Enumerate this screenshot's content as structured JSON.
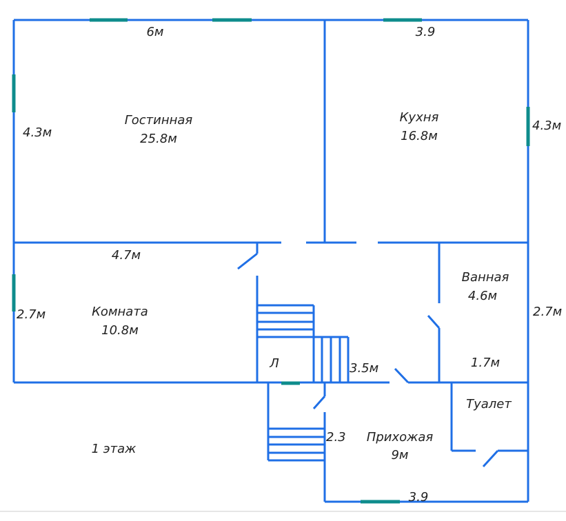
{
  "rooms": [
    {
      "name": "Гостинная",
      "area": "25.8м"
    },
    {
      "name": "Кухня",
      "area": "16.8м"
    },
    {
      "name": "Комната",
      "area": "10.8м"
    },
    {
      "name": "Ванная",
      "area": "4.6м"
    },
    {
      "name": "Туалет"
    },
    {
      "name": "Прихожая",
      "area": "9м"
    }
  ],
  "dimensions": {
    "top_left": "6м",
    "top_right": "3.9",
    "left_upper": "4.3м",
    "right_upper": "4.3м",
    "mid_left": "4.7м",
    "left_lower": "2.7м",
    "right_lower": "2.7м",
    "stairs": "3.5м",
    "bath_width": "1.7м",
    "hall_side": "2.3",
    "bottom": "3.9"
  },
  "stair_label": "Л",
  "floor_label": "1 этаж",
  "colors": {
    "wall": "#1f6fe6",
    "window": "#0e8c8c"
  }
}
